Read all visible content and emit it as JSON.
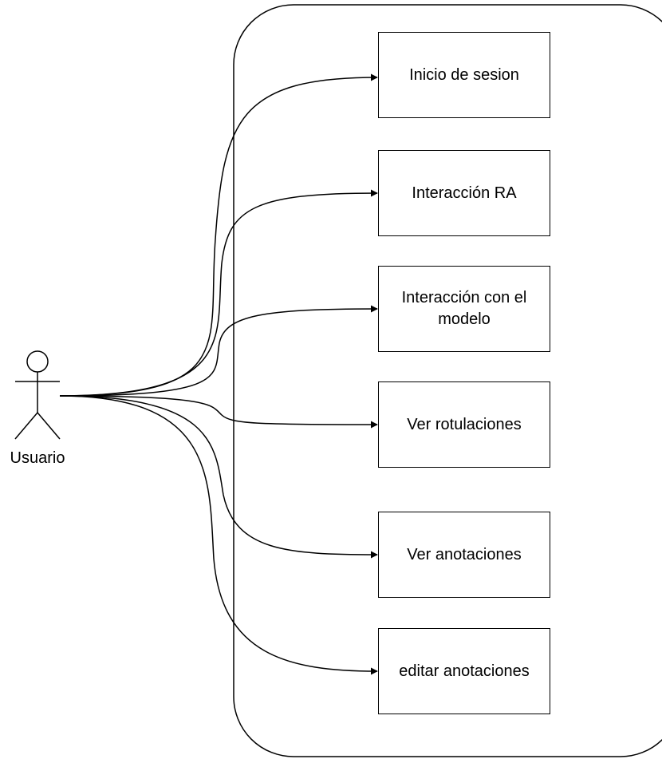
{
  "actor": {
    "name": "Usuario"
  },
  "use_cases": [
    {
      "id": "inicio",
      "label": "Inicio de sesion"
    },
    {
      "id": "interaccion-ra",
      "label": "Interacción RA"
    },
    {
      "id": "interaccion-modelo",
      "label": "Interacción con el modelo"
    },
    {
      "id": "ver-rotulaciones",
      "label": "Ver rotulaciones"
    },
    {
      "id": "ver-anotaciones",
      "label": "Ver anotaciones"
    },
    {
      "id": "editar-anotaciones",
      "label": "editar anotaciones"
    }
  ],
  "colors": {
    "stroke": "#000000",
    "background": "#ffffff"
  }
}
